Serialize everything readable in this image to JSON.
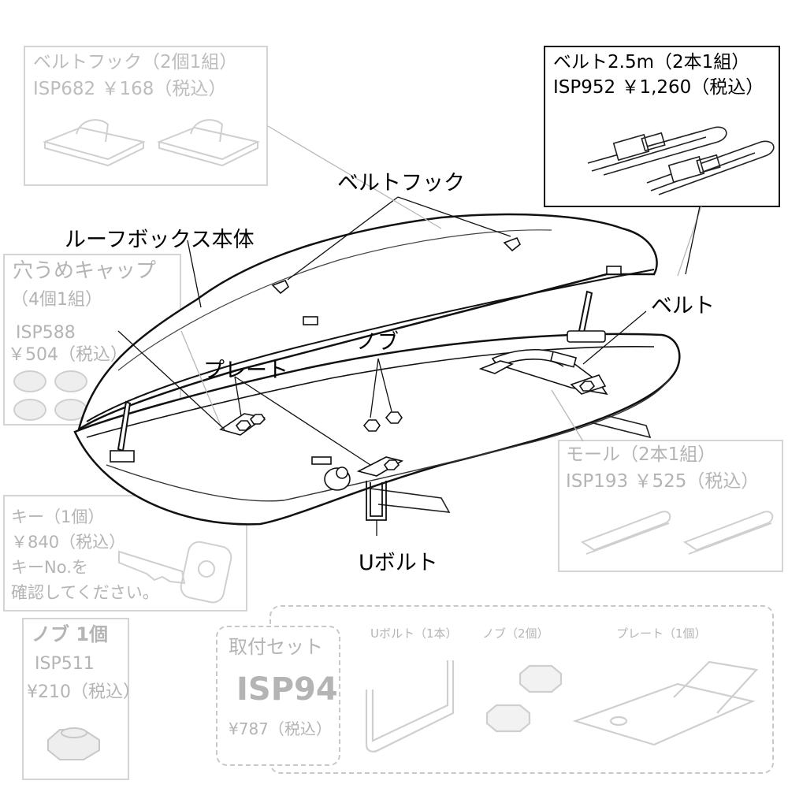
{
  "belt_hook_box": {
    "title": "ベルトフック（2個1組）",
    "code_price": "ISP682 ￥168（税込）"
  },
  "belt_box": {
    "title": "ベルト2.5m（2本1組）",
    "code_price": "ISP952 ￥1,260（税込）"
  },
  "hole_cap_box": {
    "title": "穴うめキャップ",
    "set": "（4個1組）",
    "code": "ISP588",
    "price": "￥504（税込）"
  },
  "molding_box": {
    "title": "モール（2本1組）",
    "code_price": "ISP193 ￥525（税込）"
  },
  "key_box": {
    "line1": "キー（1個）",
    "line2": "￥840（税込）",
    "line3": "キーNo.を",
    "line4": "確認してください。"
  },
  "knob_box": {
    "title": "ノブ 1個",
    "code": "ISP511",
    "price": "¥210（税込）"
  },
  "mount_set": {
    "title": "取付セット",
    "code": "ISP94",
    "price": "¥787（税込）",
    "items": [
      "Uボルト（1本）",
      "ノブ（2個）",
      "プレート（1個）"
    ]
  },
  "callouts": {
    "belt_hook": "ベルトフック",
    "body": "ルーフボックス本体",
    "belt": "ベルト",
    "knob": "ノブ",
    "plate": "プレート",
    "u_bolt": "Uボルト"
  }
}
